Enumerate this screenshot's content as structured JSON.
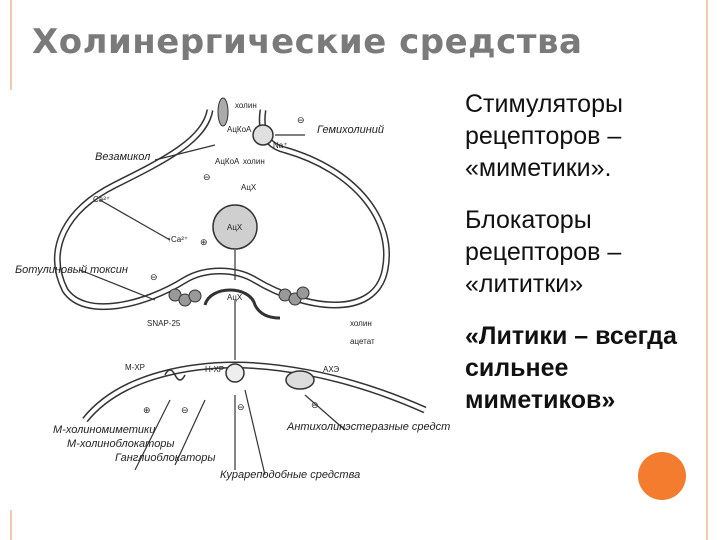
{
  "slide": {
    "title": "Холинергические средства",
    "bullets": [
      "Стимуляторы рецепторов – «миметики».",
      "Блокаторы рецепторов – «лититки»",
      "«Литики – всегда сильнее миметиков»"
    ],
    "accent_color": "#f37c2e",
    "border_color": "#f4c9ad"
  },
  "diagram": {
    "labels": {
      "holin_top": "холин",
      "acoa": "АцКоА",
      "hemicholinium": "Гемихолиний",
      "na": "Na⁺",
      "vesamicol": "Везамикол",
      "acoa2": "АцКоА",
      "holin2": "холин",
      "ach1": "АцХ",
      "ca": "Ca²⁺",
      "ach2": "АцХ",
      "ca2": "↑Ca²⁺",
      "botulinum": "Ботулиновый токсин",
      "snap": "SNAP-25",
      "ach3": "АцХ",
      "holin3": "холин",
      "acetate": "ацетат",
      "mxr": "М-ХР",
      "nxr": "Н-ХР",
      "ache": "АХЭ",
      "m_mimetics": "М-холиномиметики",
      "m_blockers": "М-холиноблокаторы",
      "ganglio": "Ганглиоблокаторы",
      "curare": "Курареподобные средства",
      "anticholinesterase": "Антихолинэстеразные средства",
      "minus": "⊖",
      "plus": "⊕"
    }
  }
}
